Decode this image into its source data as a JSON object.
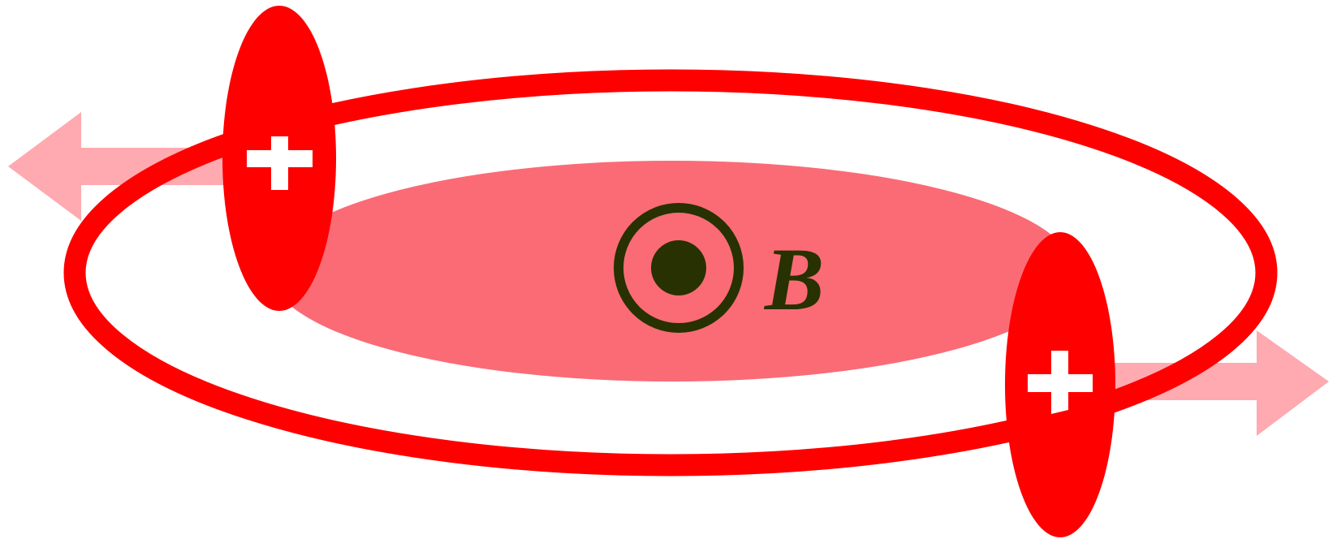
{
  "diagram": {
    "field_label": "B",
    "field_direction": "out-of-page",
    "charge_sign": "+",
    "charge_count": 2,
    "colors": {
      "ring": "#fe0000",
      "charge": "#fe0000",
      "charge_sign": "#ffffff",
      "field_region": "#fa6b76",
      "force_arrow": "#feaab0",
      "field_symbol": "#283101"
    }
  }
}
